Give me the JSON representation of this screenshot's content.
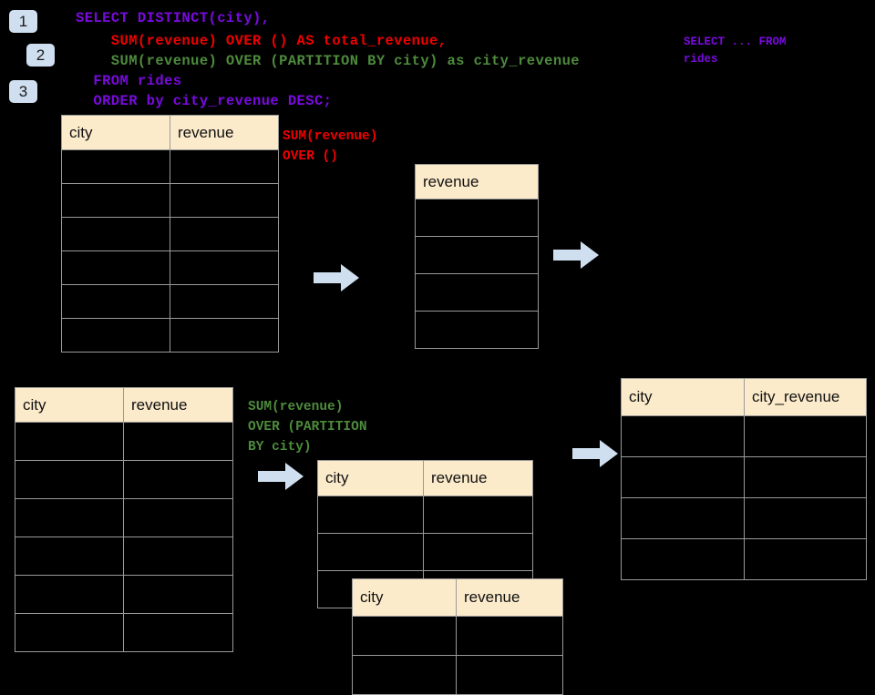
{
  "meta": {
    "background_color": "#000000",
    "header_fill": "#fcebcb",
    "border_color": "#9a9a9a",
    "arrow_color": "#cfdff0",
    "badge_color": "#cfdff0",
    "purple": "#7a0ae0",
    "red": "#f00000",
    "green": "#4d8b3c"
  },
  "badges": [
    {
      "label": "1"
    },
    {
      "label": "2"
    },
    {
      "label": "3"
    }
  ],
  "sql": {
    "line1": "SELECT DISTINCT(city),",
    "line2": "    SUM(revenue) OVER () AS total_revenue,",
    "line3": "    SUM(revenue) OVER (PARTITION BY city) as city_revenue",
    "line4": "  FROM rides",
    "line5": "  ORDER by city_revenue DESC;"
  },
  "side_note": {
    "text": "SELECT ... FROM\nrides"
  },
  "annotations": {
    "total_revenue": "SUM(revenue)\nOVER ()",
    "city_revenue": "SUM(revenue)\nOVER (PARTITION\nBY city)"
  },
  "tables": {
    "source_top": {
      "headers": [
        "city",
        "revenue"
      ],
      "row_count": 6
    },
    "total_revenue": {
      "headers": [
        "revenue"
      ],
      "row_count": 4
    },
    "source_bottom": {
      "headers": [
        "city",
        "revenue"
      ],
      "row_count": 6
    },
    "partition_back": {
      "headers": [
        "city",
        "revenue"
      ],
      "row_count": 3
    },
    "partition_front": {
      "headers": [
        "city",
        "revenue"
      ],
      "row_count": 2
    },
    "result": {
      "headers": [
        "city",
        "city_revenue"
      ],
      "row_count": 4
    }
  },
  "arrows": [
    {
      "name": "arrow-to-total-revenue"
    },
    {
      "name": "arrow-to-result-top"
    },
    {
      "name": "arrow-to-partition"
    },
    {
      "name": "arrow-to-result-bottom"
    }
  ]
}
